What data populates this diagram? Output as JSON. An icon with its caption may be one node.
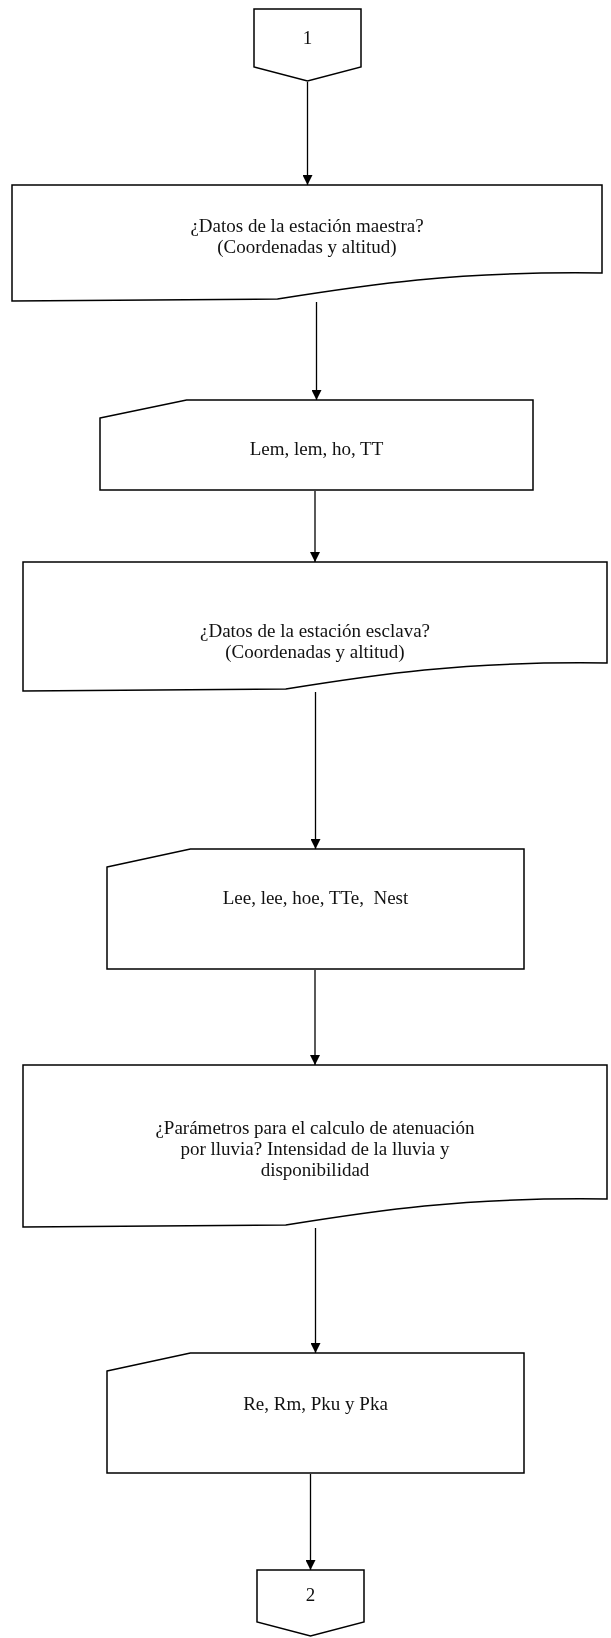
{
  "diagram": {
    "nodes": [
      {
        "text": [
          "1"
        ]
      },
      {
        "text": [
          "¿Datos de la estación maestra? (Coordenadas y altitud)"
        ]
      },
      {
        "text": [
          "Lem, lem, ho, TT"
        ]
      },
      {
        "text": [
          "¿Datos de la estación esclava? (Coordenadas y altitud)"
        ]
      },
      {
        "text": [
          "Lee, lee, hoe, TTe,  Nest"
        ]
      },
      {
        "text": [
          "¿Parámetros para el calculo de atenuación por lluvia? Intensidad de la lluvia y disponibilidad"
        ]
      },
      {
        "text": [
          "Re, Rm, Pku y Pka"
        ]
      },
      {
        "text": [
          "2"
        ]
      }
    ],
    "edges": [
      {
        "from": 0,
        "to": 1,
        "arrow": "to"
      },
      {
        "from": 1,
        "to": 2,
        "arrow": "to"
      },
      {
        "from": 2,
        "to": 3,
        "arrow": "to"
      },
      {
        "from": 3,
        "to": 4,
        "arrow": "to"
      },
      {
        "from": 4,
        "to": 5,
        "arrow": "to"
      },
      {
        "from": 5,
        "to": 6,
        "arrow": "to"
      },
      {
        "from": 6,
        "to": 7,
        "arrow": "to"
      }
    ]
  }
}
